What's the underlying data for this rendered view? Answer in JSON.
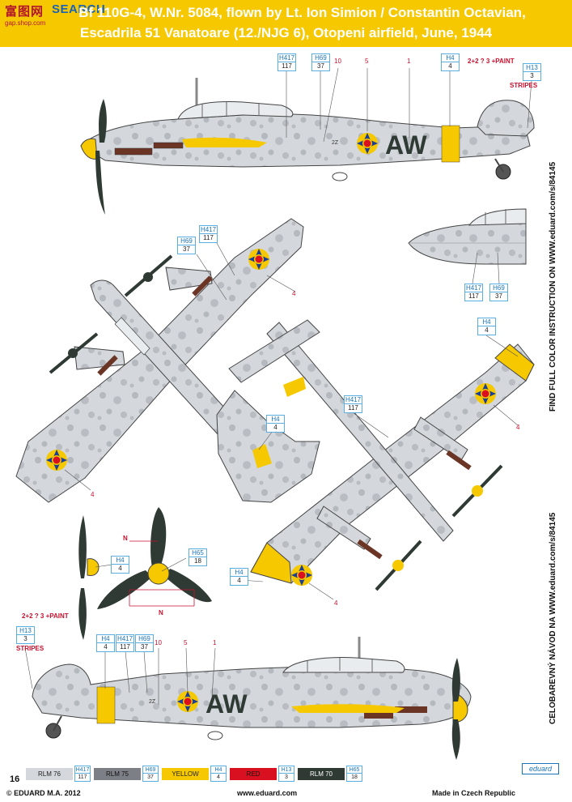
{
  "site_logo": {
    "main": "富图网",
    "search": "SEARCH",
    "url": "gap.shop.com"
  },
  "header": {
    "title_line1": "Bf 110G-4, W.Nr. 5084, flown by Lt. Ion Simion / Constantin Octavian,",
    "title_line2": "Escadrila 51 Vanatoare (12./NJG 6), Otopeni airfield, June, 1944"
  },
  "callouts": {
    "h417": {
      "code": "H417",
      "num": "117"
    },
    "h69": {
      "code": "H69",
      "num": "37"
    },
    "h4": {
      "code": "H4",
      "num": "4"
    },
    "h13": {
      "code": "H13",
      "num": "3"
    },
    "h65": {
      "code": "H65",
      "num": "18"
    }
  },
  "numbers": {
    "n10": "10",
    "n5": "5",
    "n1": "1",
    "n4": "4",
    "paint_note": "2+2 ? 3 +PAINT",
    "stripes": "STRIPES",
    "n_label": "N",
    "code_2z": "2Z"
  },
  "aircraft_code": "AW",
  "side_texts": {
    "right_upper": "FIND FULL COLOR INSTRUCTION ON WWW.eduard.com/s/84145",
    "right_lower": "CELOBAREVNÝ NÁVOD NA WWW.eduard.com/s/84145"
  },
  "legend": [
    {
      "name": "RLM 76",
      "code": "H417",
      "num": "117",
      "color": "#d4d8dc"
    },
    {
      "name": "RLM 75",
      "code": "H69",
      "num": "37",
      "color": "#7d7f86"
    },
    {
      "name": "YELLOW",
      "code": "H4",
      "num": "4",
      "color": "#f6c800"
    },
    {
      "name": "RED",
      "code": "H13",
      "num": "3",
      "color": "#d8101f"
    },
    {
      "name": "RLM 70",
      "code": "H65",
      "num": "18",
      "color": "#2e3a33"
    }
  ],
  "brand": "eduard",
  "footer": {
    "page": "16",
    "copyright": "© EDUARD  M.A. 2012",
    "website": "www.eduard.com",
    "made_in": "Made in Czech Republic"
  },
  "colors": {
    "header_bg": "#f6c800",
    "rlm76": "#d4d8dc",
    "mottle": "#9aa0a6",
    "yellow": "#f6c800",
    "red": "#d8101f",
    "blue": "#1b3f93",
    "black_green": "#2e3a33",
    "exhaust": "#6b3526"
  }
}
